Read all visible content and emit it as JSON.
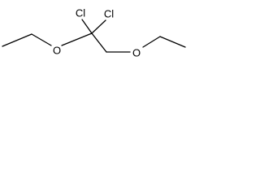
{
  "molecule": {
    "atoms": {
      "cl_left": "Cl",
      "cl_right": "Cl",
      "o_left": "O",
      "o_right": "O"
    }
  },
  "colors": {
    "bond": "#000000",
    "label": "#000000",
    "background": "#ffffff"
  }
}
